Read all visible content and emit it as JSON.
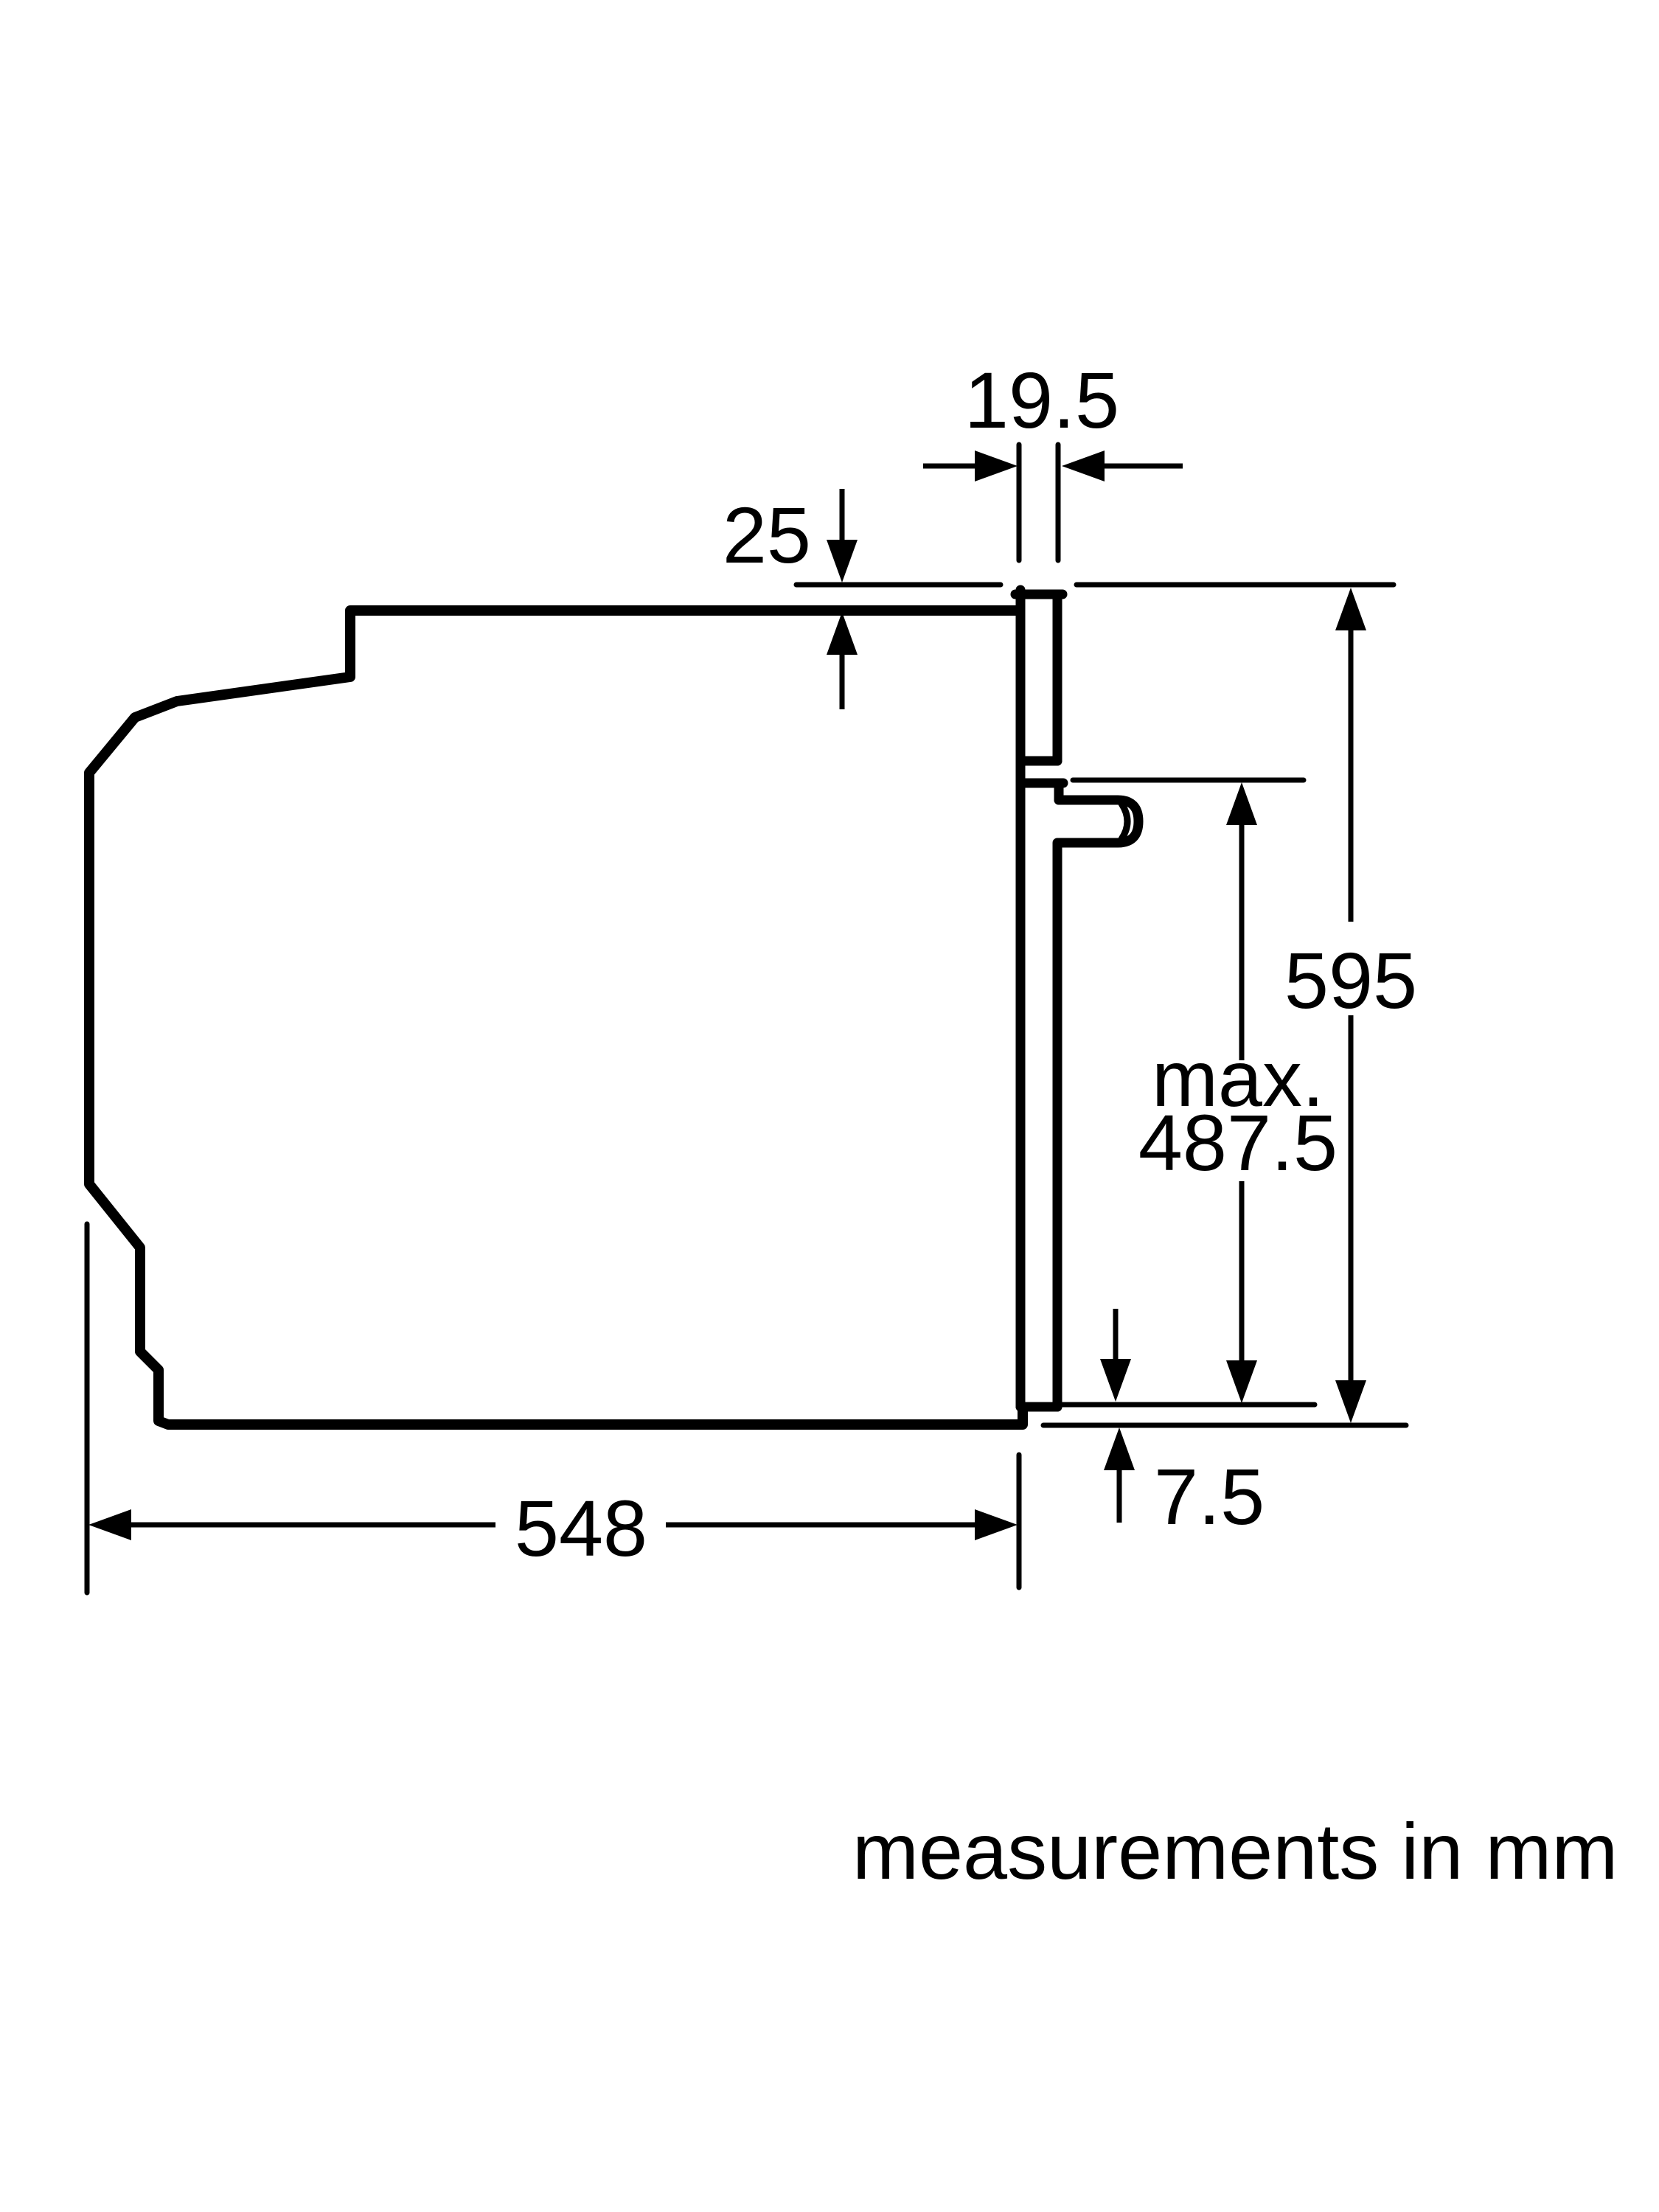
{
  "note": "measurements in mm",
  "colors": {
    "line": "#000000",
    "background": "#ffffff"
  },
  "dimensions": {
    "door_thickness": {
      "label": "19.5"
    },
    "top_clearance": {
      "label": "25"
    },
    "door_height": {
      "label": "595"
    },
    "max_niche_height": {
      "prefix": "max.",
      "label": "487.5"
    },
    "bottom_overhang": {
      "label": "7.5"
    },
    "body_depth": {
      "label": "548"
    }
  }
}
